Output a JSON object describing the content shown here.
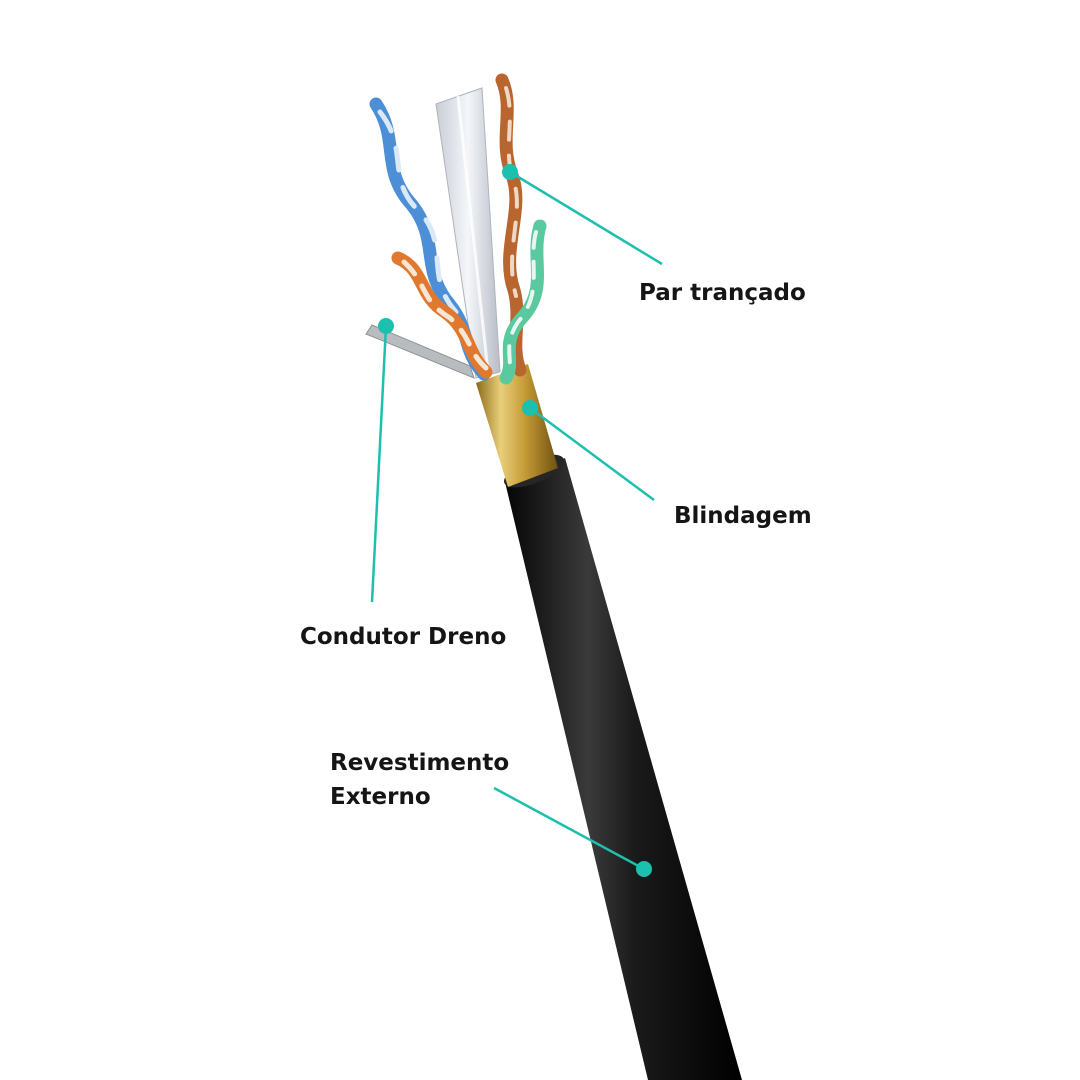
{
  "labels": {
    "twisted_pair": "Par trançado",
    "shield": "Blindagem",
    "drain_wire": "Condutor Dreno",
    "outer_jacket_line1": "Revestimento",
    "outer_jacket_line2": "Externo"
  },
  "colors": {
    "background": "#ffffff",
    "leader": "#1dbfae",
    "jacket": "#141414",
    "shield_foil": "#c9a43c",
    "pair_blue": "#4d8fd6",
    "pair_orange": "#e0782e",
    "pair_brown": "#b8652e",
    "pair_green": "#5bc9a0",
    "spline": "#dfe3e8",
    "drain": "#b9bcbf"
  },
  "icons": [
    "cable-illustration",
    "callout-dot"
  ]
}
